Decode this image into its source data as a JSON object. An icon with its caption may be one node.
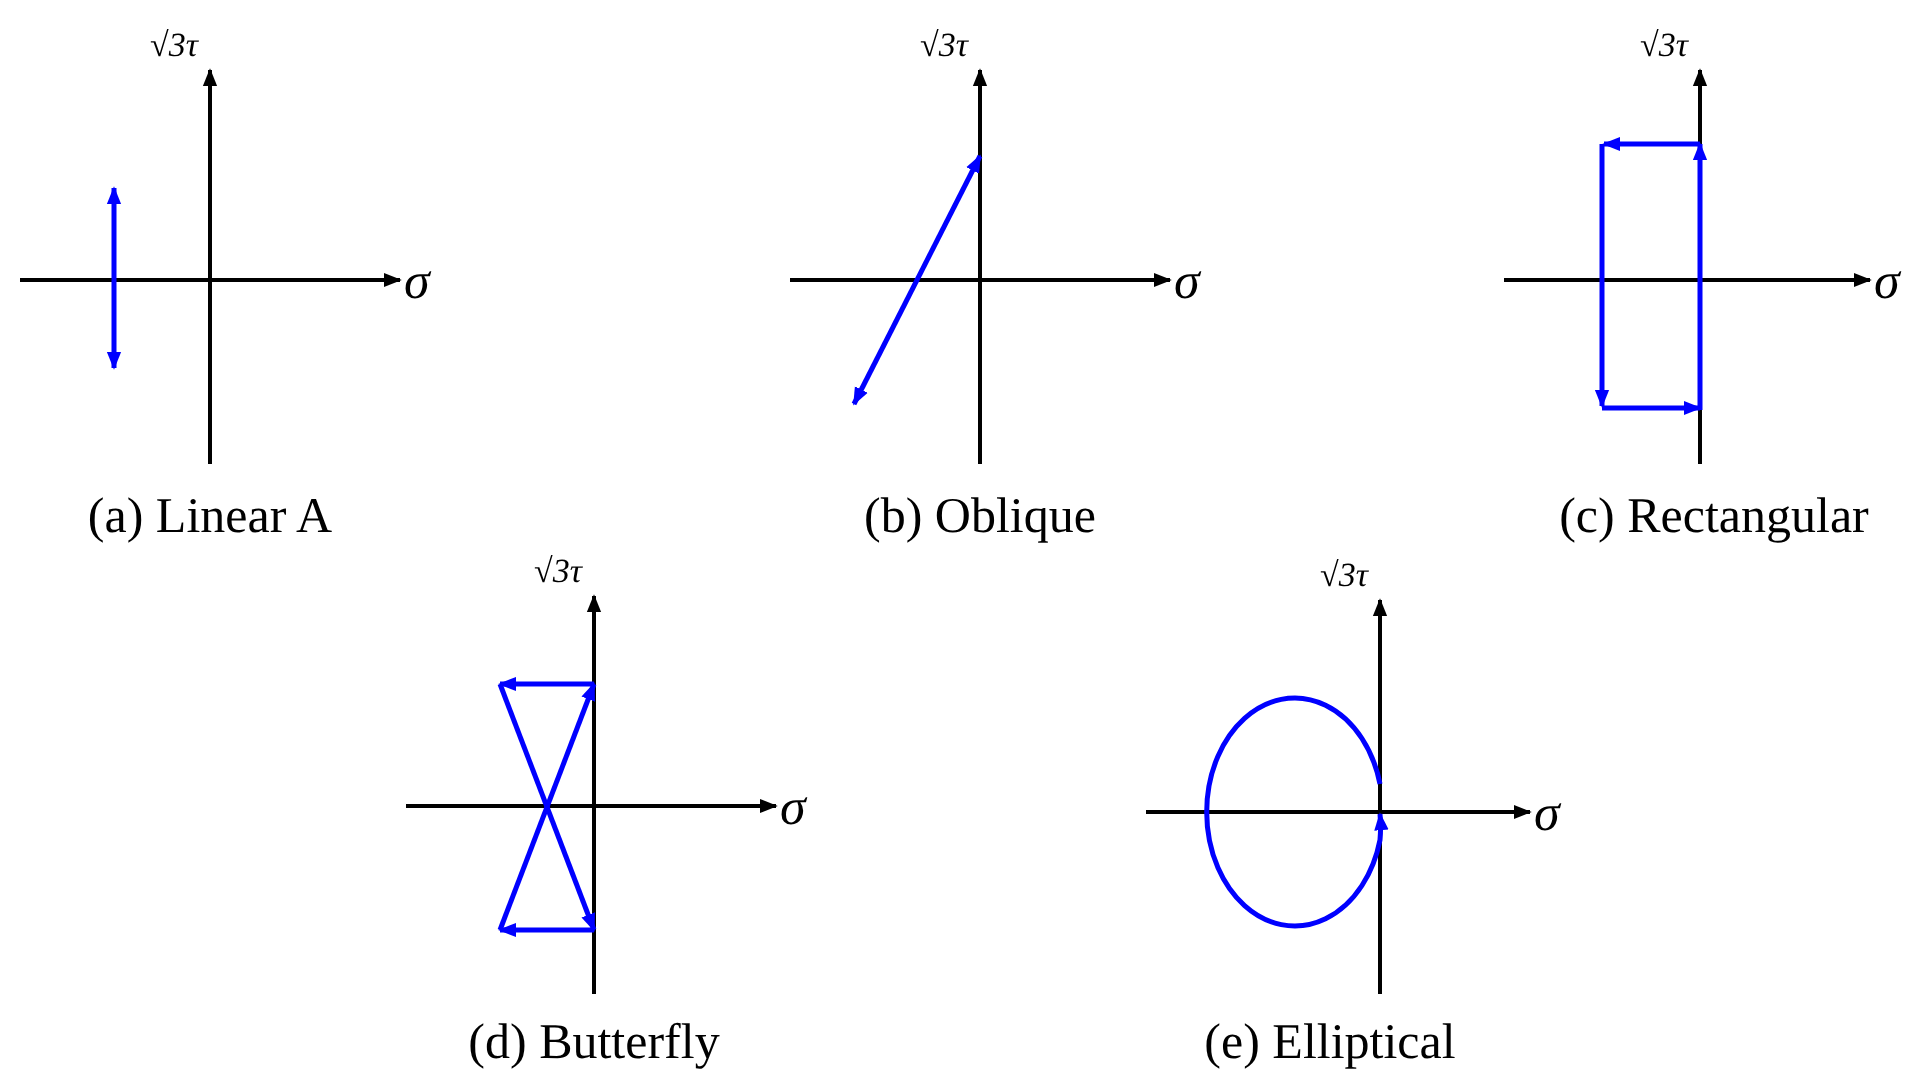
{
  "diagram": {
    "labels": [
      "√3τ",
      "σ",
      "(a) Linear A",
      "√3τ",
      "σ",
      "(b) Oblique",
      "√3τ",
      "σ",
      "(c) Rectangular",
      "√3τ",
      "σ",
      "(d) Butterfly",
      "√3τ",
      "σ",
      "(e) Elliptical"
    ]
  }
}
